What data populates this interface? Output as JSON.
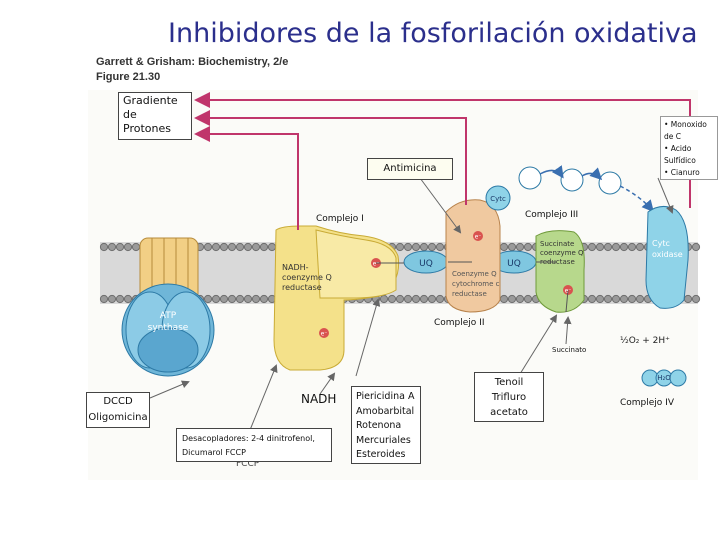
{
  "title": "Inhibidores de la fosforilación oxidativa",
  "citation": {
    "line1": "Garrett & Grisham: Biochemistry, 2/e",
    "line2": "Figure 21.30"
  },
  "labels": {
    "gradiente": [
      "Gradiente",
      "de",
      "Protones"
    ],
    "antimicina": "Antimicina",
    "complejo1": "Complejo I",
    "complejo2": "Complejo II",
    "complejo3": "Complejo III",
    "complejo4": "Complejo IV",
    "nadh": "NADH",
    "succinato": "Succinato",
    "dccd": [
      "DCCD",
      "Oligomicina"
    ],
    "desacopladores": [
      "Desacopladores: 2-4 dinitrofenol,",
      "Dicumarol FCCP"
    ],
    "piericidina": [
      "Piericidina A",
      "Amobarbital",
      "Rotenona",
      "Mercuriales",
      "Esteroides"
    ],
    "tenoil": [
      "Tenoil",
      "Trifluro",
      "acetato"
    ],
    "complex4_inhibitors": [
      "• Monoxido",
      "de C",
      "• Acido",
      "Sulfídico",
      "• Cianuro"
    ]
  },
  "figure_text": {
    "atp_synthase": [
      "ATP",
      "synthase"
    ],
    "nadh_reductase": [
      "NADH-",
      "coenzyme Q",
      "reductase"
    ],
    "succinate_reductase": [
      "Succinate",
      "coenzyme Q",
      "reductase"
    ],
    "cyt_reductase": [
      "Coenzyme Q",
      "cytochrome c",
      "reductase"
    ],
    "cyt_oxidase": [
      "Cytc",
      "oxidase"
    ],
    "uq": "UQ",
    "cytc": "Cytc",
    "electron": "e⁻",
    "oxygen": "½O₂ + 2H⁺",
    "water": "H₂O",
    "fccp": "FCCP"
  },
  "colors": {
    "arrow": "#c0356b",
    "title": "#2b2f8c",
    "membrane": "#8c8c8c",
    "complex1": "#f4e18a",
    "complex2": "#b7d88c",
    "complex3": "#f0c9a0",
    "complex4": "#8fd3e8",
    "atp": "#6fb6d8",
    "uq": "#7fc7e0"
  }
}
